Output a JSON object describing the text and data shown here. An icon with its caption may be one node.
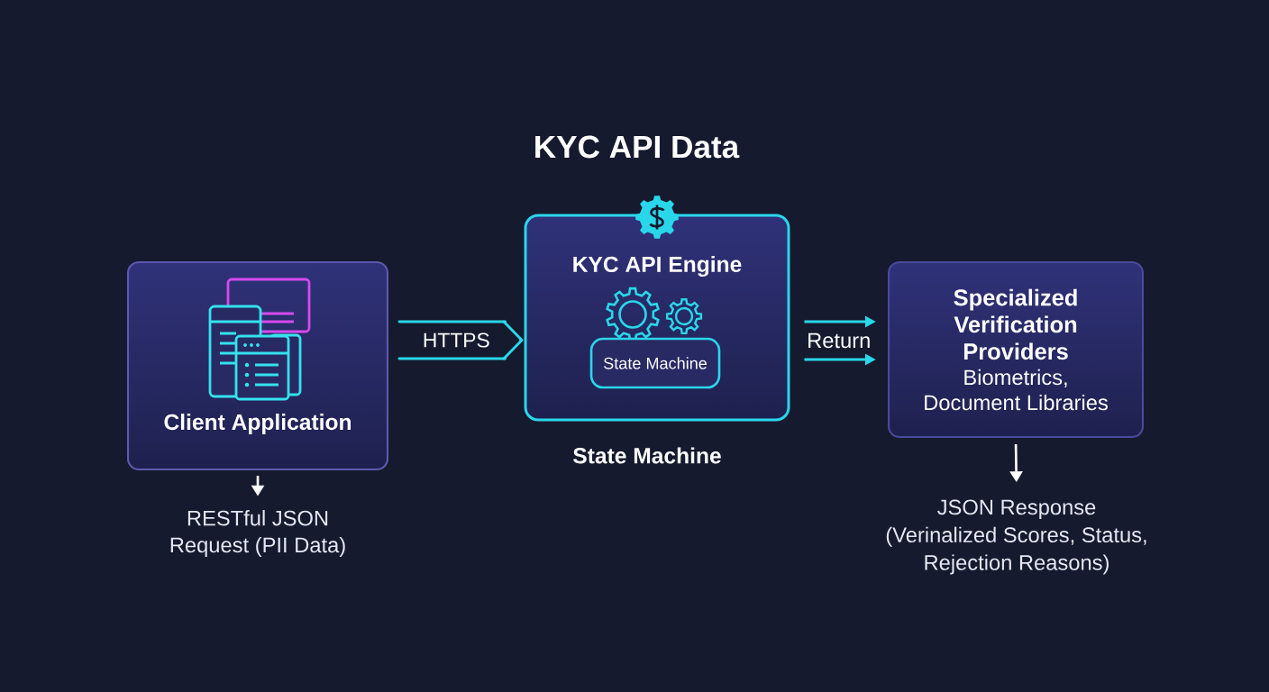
{
  "diagram": {
    "title": "KYC API Data",
    "nodes": [
      {
        "text": [
          "Client Application"
        ]
      },
      {
        "text": [
          "RESTful JSON Request (PII Data)"
        ]
      },
      {
        "text": [
          "KYC API Engine"
        ],
        "beside": [
          "State Machine"
        ]
      },
      {
        "text": [
          "State Machine"
        ],
        "in": 2
      },
      {
        "text": [
          "Specialized Verification Providers",
          "Biometrics, Document Libraries"
        ]
      },
      {
        "text": [
          "JSON Response (Verinalized Scores, Status, Rejection Reasons)"
        ]
      }
    ],
    "edges": [
      {
        "from": 0,
        "to": 2,
        "arrow": "to",
        "label": "HTTPS"
      },
      {
        "from": 2,
        "to": 4,
        "arrow": "to",
        "label": "Return"
      },
      {
        "from": 2,
        "to": 4,
        "arrow": "to"
      },
      {
        "from": 0,
        "to": 1,
        "arrow": "to",
        "color": "#ffffff"
      },
      {
        "from": 4,
        "to": 5,
        "arrow": "to",
        "color": "#ffffff"
      }
    ]
  }
}
